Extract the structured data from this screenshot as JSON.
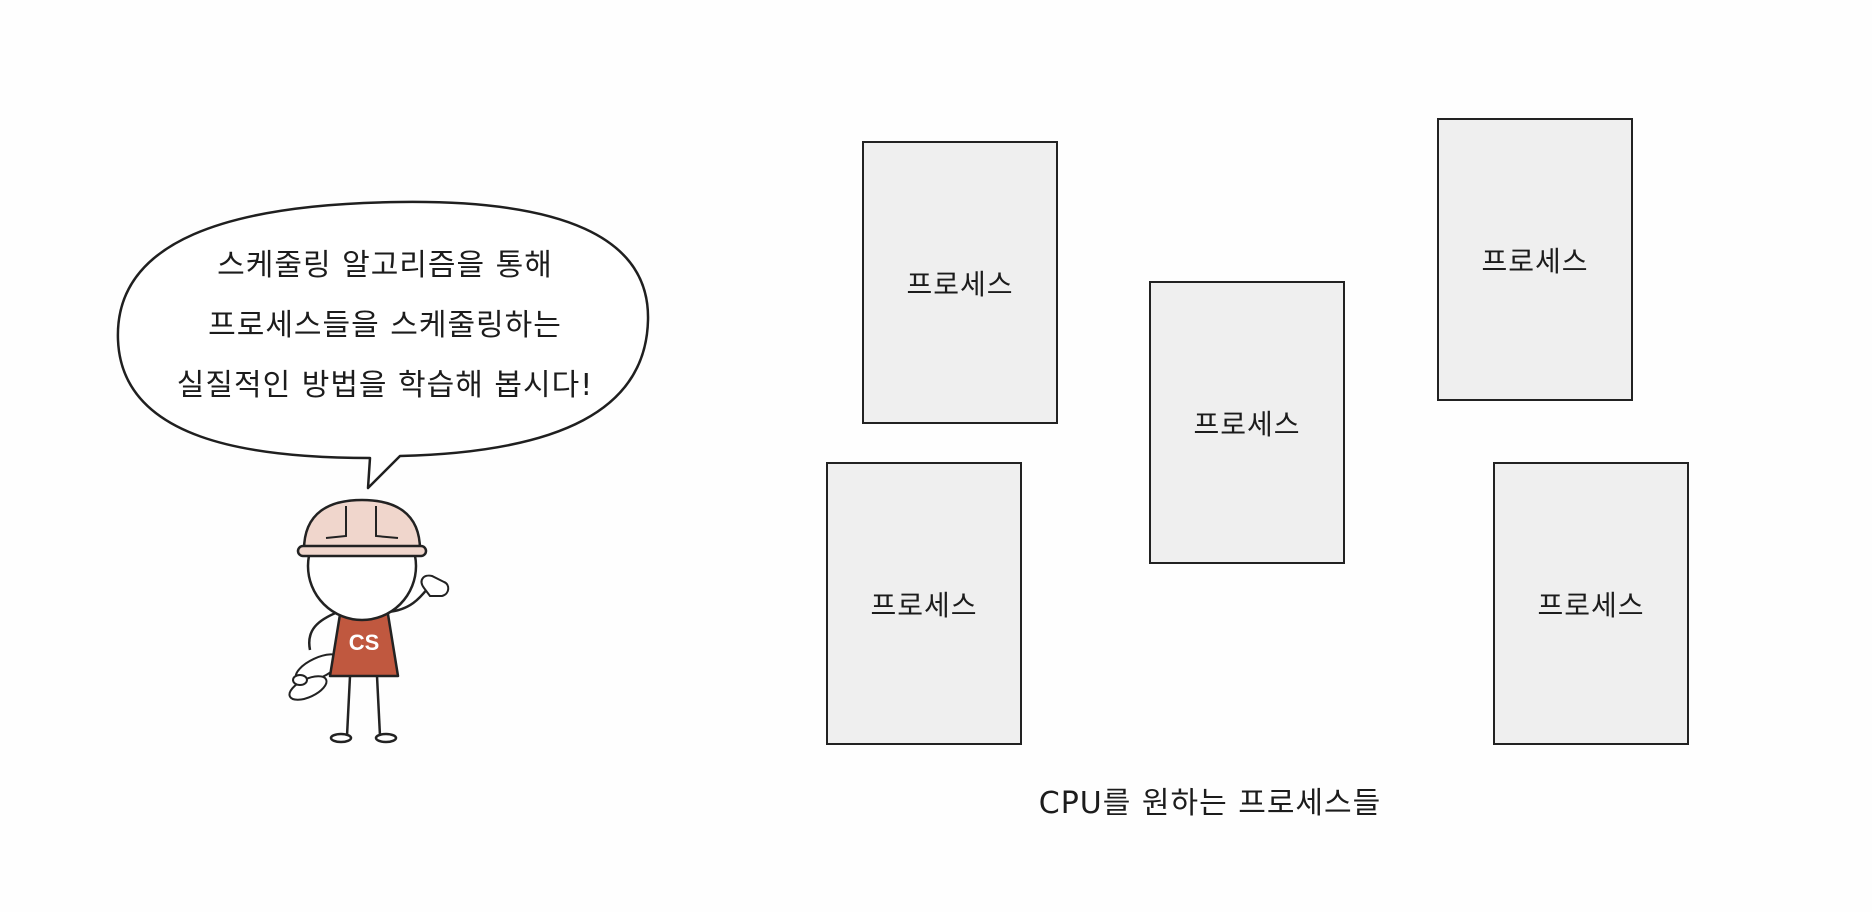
{
  "speech_bubble": {
    "lines": [
      "스케줄링 알고리즘을 통해",
      "프로세스들을 스케줄링하는",
      "실질적인 방법을 학습해 봅시다!"
    ]
  },
  "character": {
    "shirt_label": "CS",
    "shirt_color": "#c0583f",
    "helmet_color": "#f0d6cc"
  },
  "processes": [
    {
      "label": "프로세스"
    },
    {
      "label": "프로세스"
    },
    {
      "label": "프로세스"
    },
    {
      "label": "프로세스"
    },
    {
      "label": "프로세스"
    }
  ],
  "caption": "CPU를 원하는 프로세스들"
}
